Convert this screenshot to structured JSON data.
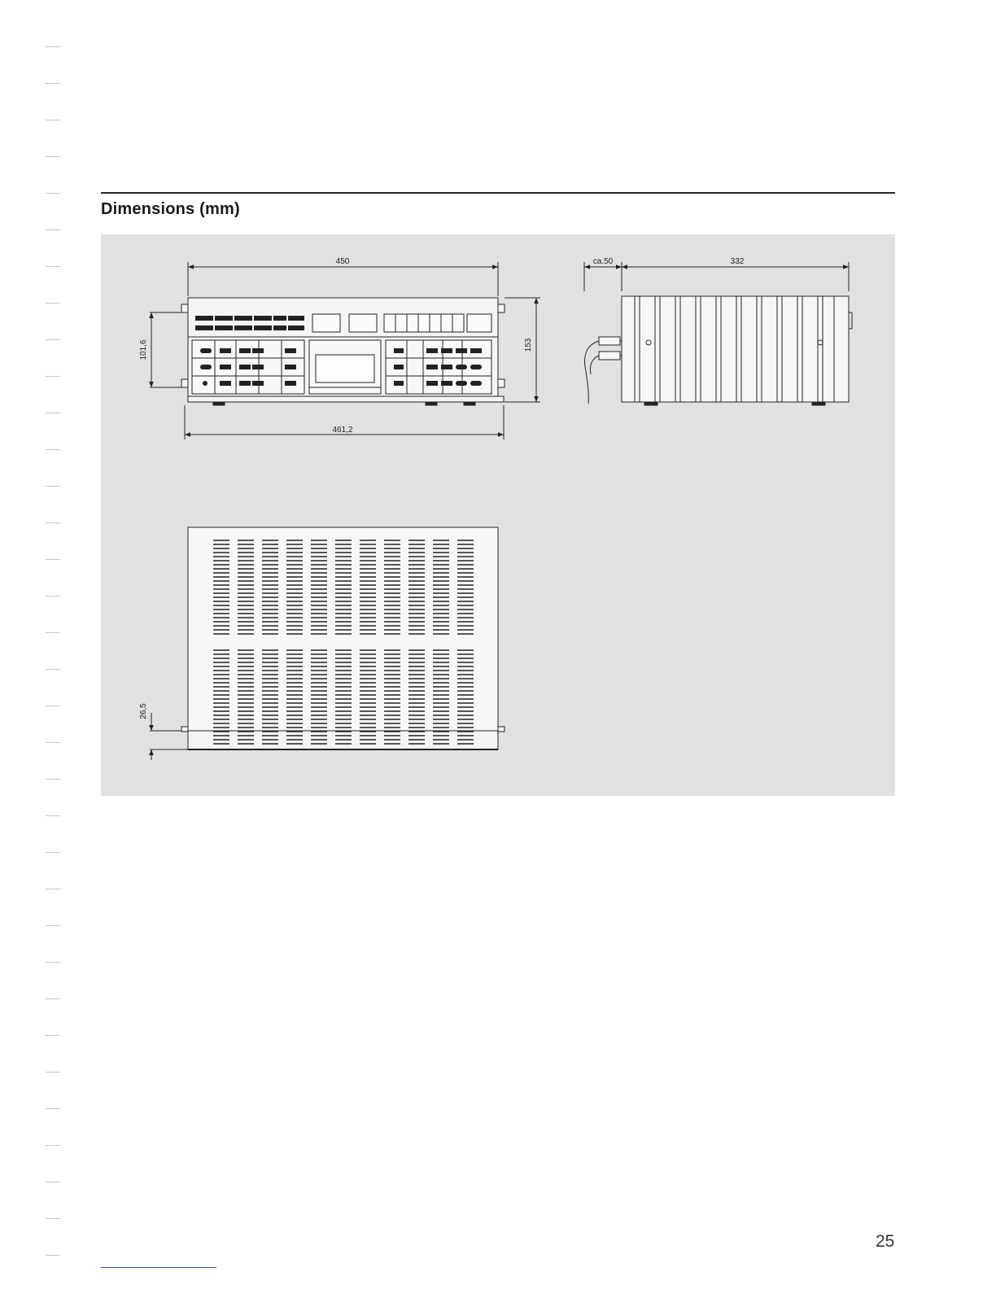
{
  "section": {
    "title": "Dimensions (mm)"
  },
  "dimensions": {
    "front_width": "450",
    "front_overall_width": "461,2",
    "front_height": "153",
    "mount_height": "101,6",
    "side_cable_clearance": "ca.50",
    "side_depth": "332",
    "bottom_offset": "26,5"
  },
  "page": {
    "number": "25"
  },
  "colors": {
    "panel_background": "#e1e1e1",
    "line": "#222222",
    "rule": "#2a2a2a"
  }
}
